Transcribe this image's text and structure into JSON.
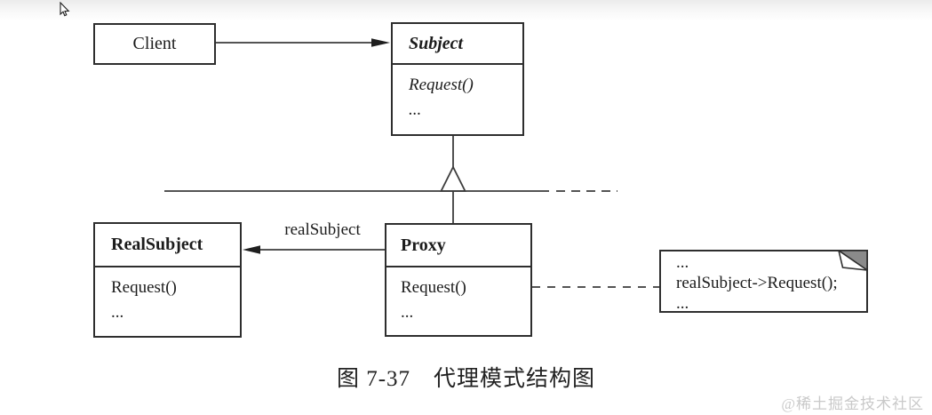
{
  "diagram": {
    "client": {
      "name": "Client"
    },
    "subject": {
      "name": "Subject",
      "methods": [
        "Request()",
        "..."
      ]
    },
    "real_subject": {
      "name": "RealSubject",
      "methods": [
        "Request()",
        "..."
      ]
    },
    "proxy": {
      "name": "Proxy",
      "methods": [
        "Request()",
        "..."
      ]
    },
    "association_label": "realSubject",
    "note": {
      "lines": [
        "...",
        "realSubject->Request();",
        "..."
      ]
    }
  },
  "caption": "图 7-37　代理模式结构图",
  "watermark": "@稀土掘金技术社区",
  "colors": {
    "background": "#ffffff",
    "line": "#3c3c3c",
    "border": "#2e2e2e",
    "note_fold": "#8a8a8a",
    "watermark": "#c9c9c9"
  }
}
